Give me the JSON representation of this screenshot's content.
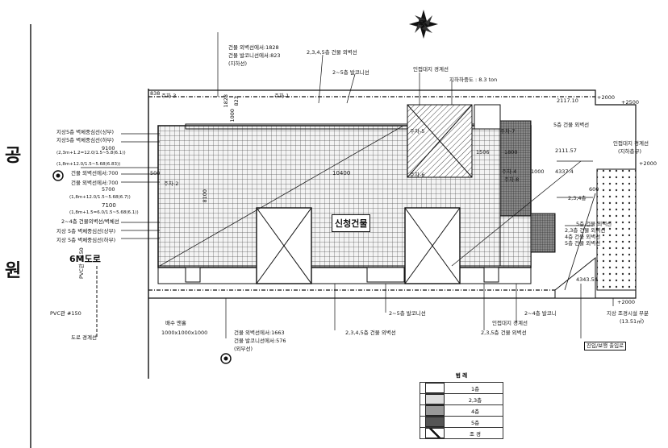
{
  "north": "북",
  "street_left_top": "공",
  "street_left_bottom": "원",
  "road_label": "6M도로",
  "building_label": "신청건물",
  "top_labels": {
    "wall_1": "건물 외벽선에서:1828",
    "wall_2": "건물 발코니선에서:823",
    "wall_3": "(지하선)",
    "floors_wall": "2,3,4,5층 건물 외벽선",
    "balcony_2_5": "2~5층 발코니선",
    "adjacent": "인접대지 경계선",
    "load": "지하하중도 : 8.3 ton"
  },
  "left_labels": [
    "지상5층 벽체중심선(상부)",
    "지상5층 벽체중심선(하부)",
    "(2,3m+1.2=12.0/1.5~5.8(6.1))",
    "(1,8m+12.0/1.5~5.68(6.83))",
    "건물 외벽선에서:700",
    "건물 외벽선에서:700",
    "(1,8m+12.0/1.5~5.68(6.7))",
    "(1,8m+1.5=6.0/1.5~5.68(6.1))",
    "2~4층 건물외벽선/벽체선",
    "지상 5층 벽체중심선(상부)",
    "지상 5층 벽체중심선(하부)"
  ],
  "dims": {
    "d9100": "9100",
    "d10400": "10400",
    "d5700": "5700",
    "d7100": "7100",
    "d500": "500",
    "d1828": "1828",
    "d1000": "1000",
    "d823": "823",
    "d838": "838",
    "d1506": "1506",
    "d1800": "1800",
    "d2111": "2111.57",
    "d4337": "4337.4",
    "d4343": "4343.54",
    "d1000b": "1000",
    "d600": "600",
    "plus2000a": "+2000",
    "plus2000b": "+2000",
    "plus2000c": "+2000",
    "d8100": "8100",
    "d2117": "2117.10",
    "pm2500": "+2500"
  },
  "room_tags": [
    "주차-3",
    "주차-1",
    "주차-2",
    "주차-5",
    "주차-6",
    "주차-7",
    "주차-4",
    "주차-8"
  ],
  "right_labels": {
    "balcony5": "5층 건물 외벽선",
    "adjacent2": "인접대지 경계선",
    "adjacent2_sub": "(지하층부)",
    "floors234": "2,3,4층",
    "wall5": "5층 건물 외벽선",
    "wall234": "2,3층 건물 외벽선",
    "wall4": "4층 건물 외벽선",
    "wall5b": "5층 건물 외벽선",
    "underground": "지상 조경시설 부분",
    "underground_area": "(13.51㎡)"
  },
  "bottom_labels": {
    "pvc": "PVC관 #150",
    "road_boundary": "도로 경계선",
    "manhole": "배수 맨홀",
    "manhole_size": "1000x1000x1000",
    "wall_a": "건물 외벽선에서:1663",
    "wall_b": "건물 발코니선에서:576",
    "wall_c": "(외부선)",
    "balcony25": "2~5층 발코니선",
    "wall2345": "2,3,4,5층 건물 외벽선",
    "wall235": "2,3,5층 건물 외벽선",
    "adjacent3": "인접대지 경계선",
    "balcony24": "2~4층 발코니",
    "parking_note": "진입/보행 출입로",
    "pvc_vertical": "PVC관 #150"
  },
  "legend": {
    "title": "범 례",
    "rows": [
      "1층",
      "2,3층",
      "4층",
      "5층",
      "조 경"
    ]
  },
  "colors": {
    "ink": "#111111",
    "hatch": "#666666",
    "paper": "#ffffff"
  }
}
